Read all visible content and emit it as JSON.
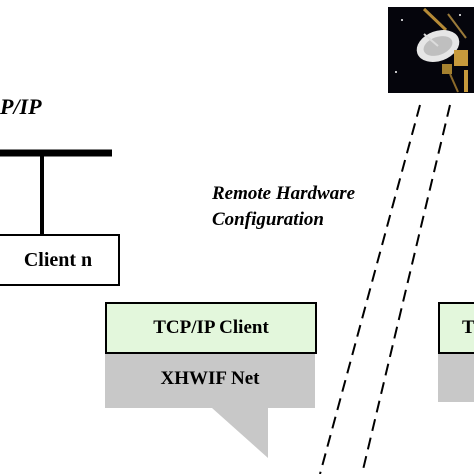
{
  "network_label": "P/IP",
  "remote_label": {
    "line1": "Remote Hardware",
    "line2": "Configuration"
  },
  "client_n_label": "Client n",
  "tcp_client_label": "TCP/IP Client",
  "xhwif_label": "XHWIF Net",
  "right_box_label": "T",
  "colors": {
    "client_box_fill": "#e3f7dc",
    "callout_fill": "#c8c8c8",
    "line": "#000000"
  },
  "icons": {
    "satellite": "satellite-dish-icon"
  }
}
